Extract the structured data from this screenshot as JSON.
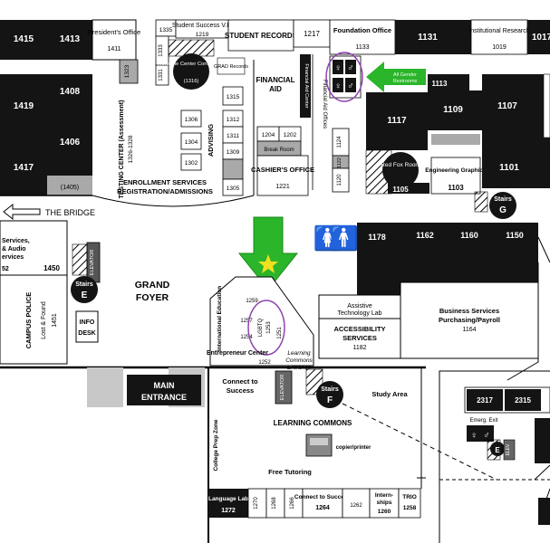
{
  "rooms_top": {
    "r1415": "1415",
    "r1413": "1413",
    "presidents": "President's Office",
    "presidents_num": "1411",
    "r1335": "1335",
    "student_success": "Student Success V.P.",
    "student_success_num": "1219",
    "student_records": "STUDENT RECORDS",
    "r1217": "1217",
    "foundation": "Foundation Office",
    "foundation_num": "1133",
    "r1131": "1131",
    "institutional": "Institutional Research",
    "institutional_num": "1019",
    "r1017": "1017",
    "r1323": "1323",
    "r1333": "1333",
    "r1331": "1331",
    "welcome": "Welcome Center Conf. Room",
    "welcome_num": "(1316)",
    "grad_records": "GRAD Records",
    "financial_aid": "FINANCIAL AID",
    "fa_center": "Financial Aid Center",
    "fa_offices": "Financial Aid Offices",
    "all_gender": "All Gender Restrooms",
    "r1113": "1113"
  },
  "rooms_west": {
    "r1419": "1419",
    "r1408": "1408",
    "r1406": "1406",
    "r1417": "1417",
    "r1405": "(1405)",
    "testing": "TESTING CENTER (Assessment)",
    "testing_num": "1326-1328",
    "advising": "ADVISING",
    "r1315": "1315",
    "r1312": "1312",
    "r1311": "1311",
    "r1309": "1309",
    "r1305": "1305",
    "r1306": "1306",
    "r1304": "1304",
    "r1302": "1302",
    "enrollment1": "ENROLLMENT SERVICES",
    "enrollment2": "REGISTRATION/ADMISSIONS"
  },
  "rooms_center": {
    "r1204": "1204",
    "r1202": "1202",
    "break_room": "Break Room",
    "cashier": "CASHIER'S OFFICE",
    "cashier_num": "1221",
    "r1124": "1124",
    "r1122": "1122",
    "r1120": "1120",
    "r1117": "1117",
    "r1109": "1109",
    "r1107": "1107",
    "r1101": "1101",
    "red_fox": "Red Fox Room",
    "red_fox_num": "1105",
    "eng_graphics": "Engineering Graphics",
    "eng_num": "1103",
    "stairs_g": "Stairs",
    "stairs_g_letter": "G"
  },
  "bridge": "THE BRIDGE",
  "rooms_mid": {
    "business_services_hdr": "Services, & Audio Services",
    "r52": "52",
    "r1450": "1450",
    "elevator": "ELEVATOR",
    "stairs_e": "Stairs",
    "stairs_e_letter": "E",
    "grand_foyer1": "GRAND",
    "grand_foyer2": "FOYER",
    "campus_police": "CAMPUS POLICE",
    "lost_found": "Lost & Found",
    "police_num": "1451",
    "info_desk": "INFO DESK",
    "r1178": "1178",
    "r1162": "1162",
    "r1160": "1160",
    "r1150": "1150",
    "intl_ed": "International Education",
    "r1259": "1259",
    "r1257": "1257",
    "r1254": "1254",
    "lgbtq": "LGBTQ",
    "lgbtq_num": "1253",
    "r1251": "1251",
    "entrepreneur": "Entrepreneur Center",
    "entrepreneur_num": "1252",
    "lc_entrance": "Learning Commons Entrance",
    "assistive": "Assistive Technology Lab",
    "accessibility": "ACCESSIBILITY SERVICES",
    "accessibility_num": "1182",
    "business": "Business Services Purchasing/Payroll",
    "business_num": "1164"
  },
  "rooms_bottom": {
    "main_entrance1": "MAIN",
    "main_entrance2": "ENTRANCE",
    "connect_success": "Connect to Success",
    "elevator2": "ELEVATOR",
    "stairs_f": "Stairs",
    "stairs_f_letter": "F",
    "study_area": "Study Area",
    "learning_commons": "LEARNING COMMONS",
    "copier": "copier/printer",
    "college_prep": "College Prep Zone",
    "free_tutoring": "Free Tutoring",
    "language_lab": "Language Lab",
    "language_num": "1272",
    "r1270": "1270",
    "r1268": "1268",
    "r1266": "1266",
    "connect2": "Connect to Success",
    "connect2_num": "1264",
    "r1262": "1262",
    "internships": "Intern-ships",
    "internships_num": "1260",
    "trio": "TRIO",
    "trio_num": "1258",
    "r2317": "2317",
    "r2315": "2315",
    "emerg_exit": "Emerg. Exit",
    "elev": "ELEV"
  },
  "colors": {
    "dark_room": "#141414",
    "gray_room": "#a9a9a9",
    "green_arrow": "#2bb52b",
    "star": "#f0e020",
    "highlight_circle": "#8e44ad"
  }
}
